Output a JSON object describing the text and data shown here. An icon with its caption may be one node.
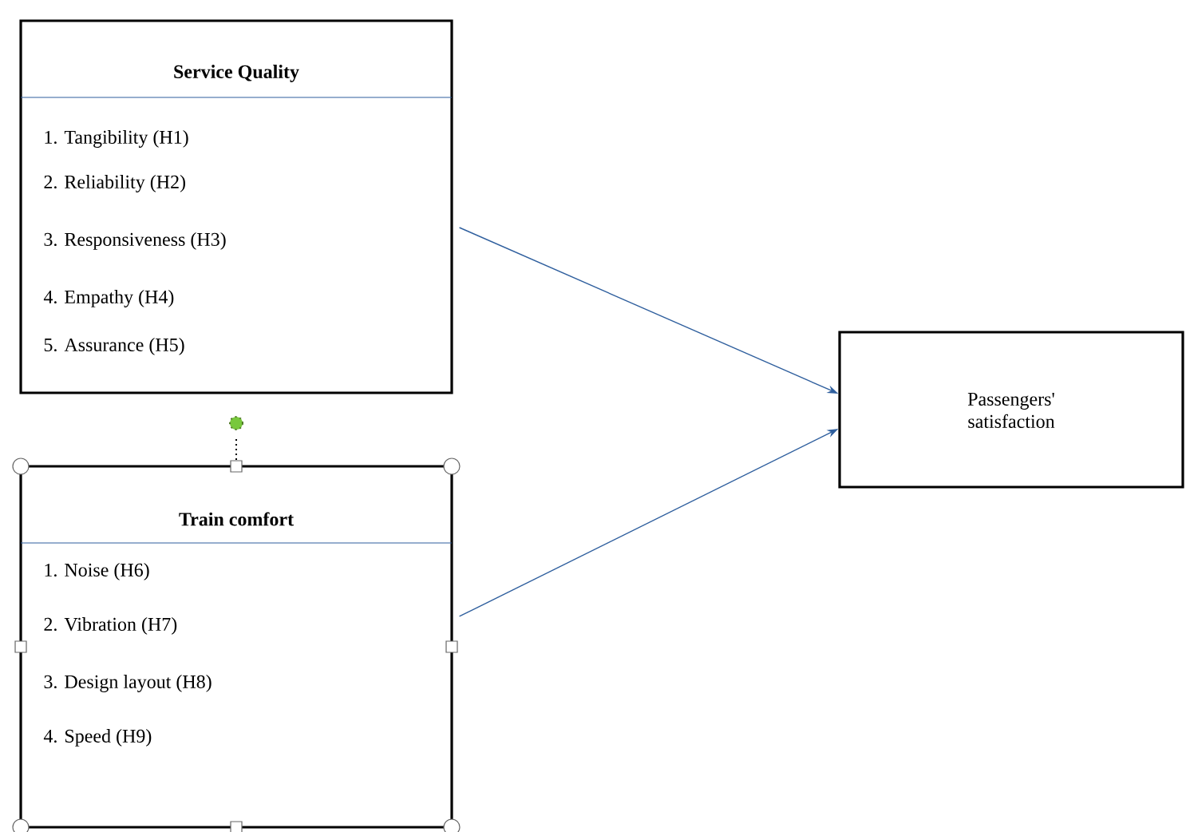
{
  "diagram": {
    "nodes": [
      {
        "text": [
          "Service Quality",
          "1. Tangibility  (H1)",
          "2. Reliability (H2)",
          "3. Responsiveness  (H3)",
          "4. Empathy (H4)",
          "5. Assurance  (H5)"
        ]
      },
      {
        "text": [
          "Train comfort",
          "1. Noise (H6)",
          "2. Vibration (H7)",
          "3. Design  layout (H8)",
          "4. Speed (H9)"
        ]
      },
      {
        "text": [
          "Passengers' satisfaction"
        ]
      }
    ],
    "edges": [
      {
        "from": 0,
        "to": 2,
        "arrow": "to",
        "color": "#2f5f9e"
      },
      {
        "from": 1,
        "to": 2,
        "arrow": "to",
        "color": "#2f5f9e"
      }
    ]
  }
}
